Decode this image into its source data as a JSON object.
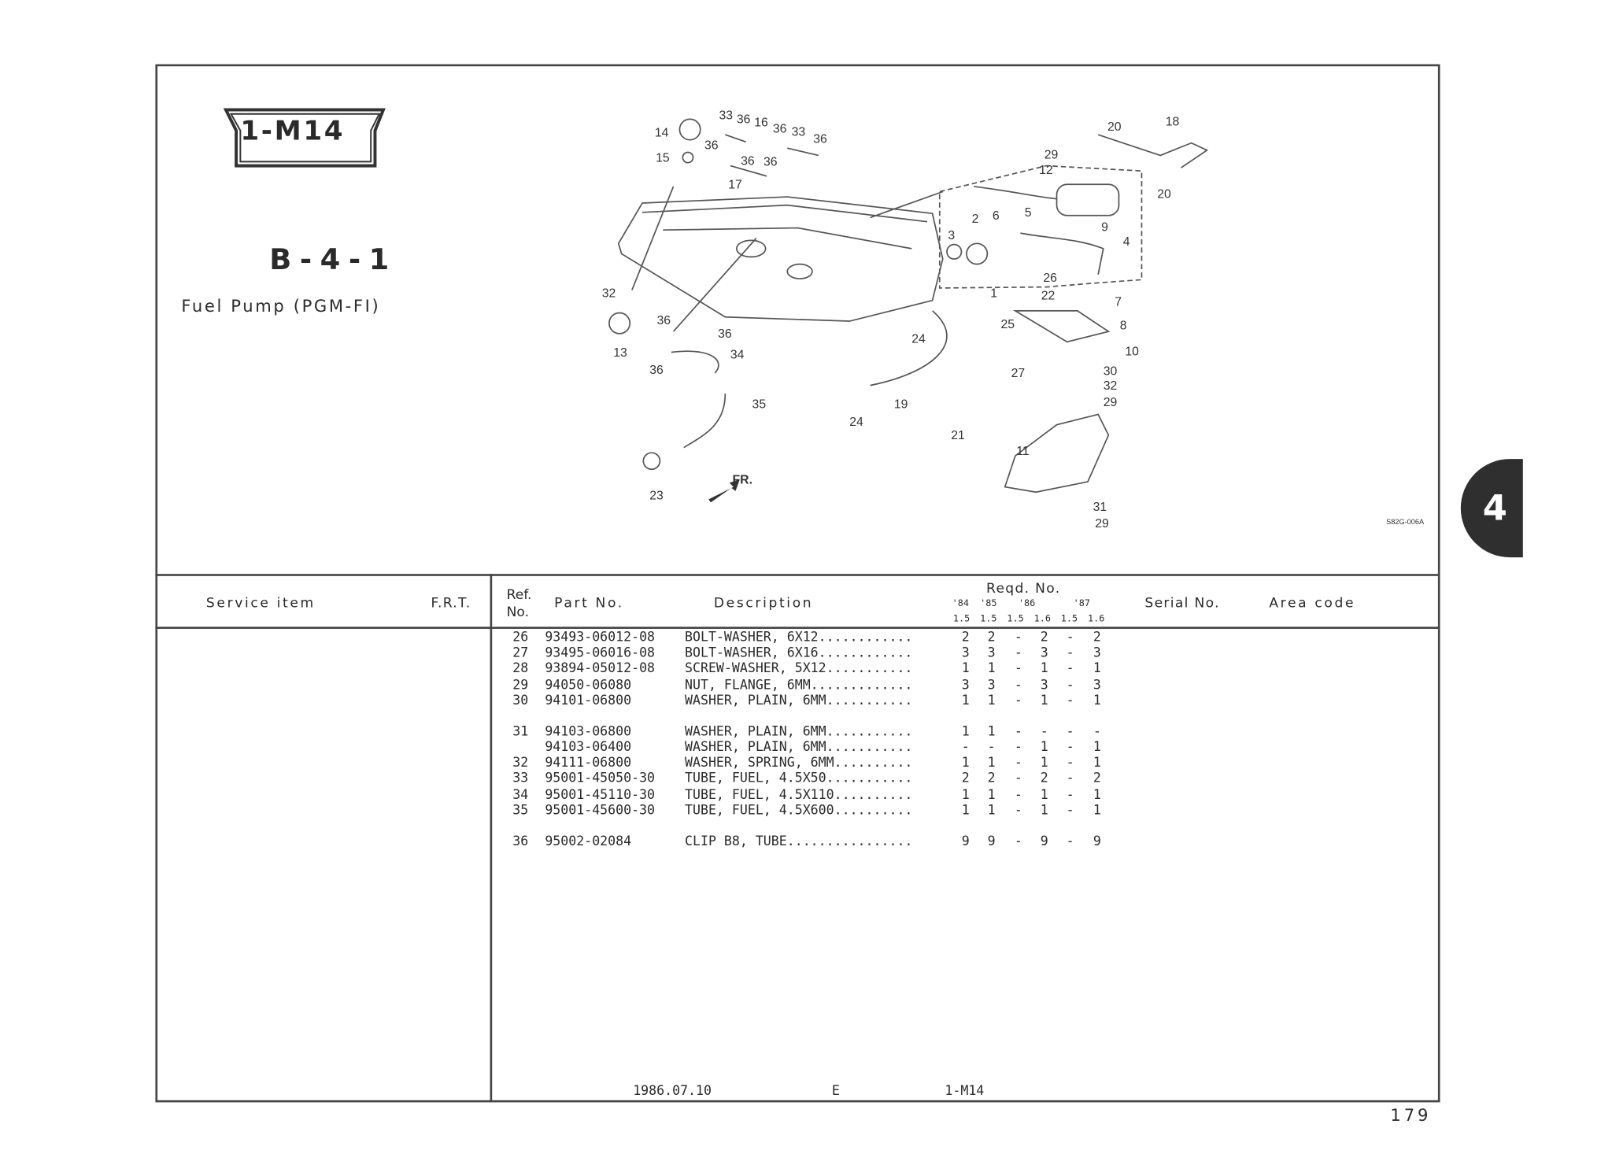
{
  "badge": "1-M14",
  "section_code": "B-4-1",
  "section_title": "Fuel Pump (PGM-FI)",
  "diagram": {
    "callouts": [
      "14",
      "15",
      "33",
      "36",
      "16",
      "36",
      "33",
      "36",
      "36",
      "36",
      "36",
      "17",
      "20",
      "18",
      "29",
      "12",
      "20",
      "2",
      "6",
      "5",
      "3",
      "9",
      "4",
      "26",
      "1",
      "22",
      "7",
      "32",
      "36",
      "36",
      "34",
      "13",
      "36",
      "24",
      "25",
      "8",
      "10",
      "27",
      "30",
      "32",
      "29",
      "35",
      "19",
      "24",
      "21",
      "11",
      "23",
      "31",
      "29"
    ],
    "direction_label": "FR.",
    "drawing_code": "S82G-006A"
  },
  "table": {
    "headers": {
      "service_item": "Service item",
      "frt": "F.R.T.",
      "ref_no": "Ref.\nNo.",
      "ref": "Ref.",
      "no": "No.",
      "part_no": "Part No.",
      "description": "Description",
      "reqd_no": "Reqd. No.",
      "years": [
        "'84",
        "'85",
        "'86",
        "'87"
      ],
      "engines": [
        "1.5",
        "1.5",
        "1.5",
        "1.6",
        "1.5",
        "1.6"
      ],
      "serial_no": "Serial No.",
      "area_code": "Area code"
    },
    "rows": [
      {
        "ref": "26",
        "part": "93493-06012-08",
        "desc": "BOLT-WASHER, 6X12............",
        "qty": [
          "2",
          "2",
          "-",
          "2",
          "-",
          "2"
        ]
      },
      {
        "ref": "27",
        "part": "93495-06016-08",
        "desc": "BOLT-WASHER, 6X16............",
        "qty": [
          "3",
          "3",
          "-",
          "3",
          "-",
          "3"
        ]
      },
      {
        "ref": "28",
        "part": "93894-05012-08",
        "desc": "SCREW-WASHER, 5X12...........",
        "qty": [
          "1",
          "1",
          "-",
          "1",
          "-",
          "1"
        ]
      },
      {
        "ref": "29",
        "part": "94050-06080",
        "desc": "NUT, FLANGE, 6MM.............",
        "qty": [
          "3",
          "3",
          "-",
          "3",
          "-",
          "3"
        ]
      },
      {
        "ref": "30",
        "part": "94101-06800",
        "desc": "WASHER, PLAIN, 6MM...........",
        "qty": [
          "1",
          "1",
          "-",
          "1",
          "-",
          "1"
        ]
      },
      {
        "ref": "31",
        "part": "94103-06800",
        "desc": "WASHER, PLAIN, 6MM...........",
        "qty": [
          "1",
          "1",
          "-",
          "-",
          "-",
          "-"
        ]
      },
      {
        "ref": "",
        "part": "94103-06400",
        "desc": "WASHER, PLAIN, 6MM...........",
        "qty": [
          "-",
          "-",
          "-",
          "1",
          "-",
          "1"
        ]
      },
      {
        "ref": "32",
        "part": "94111-06800",
        "desc": "WASHER, SPRING, 6MM..........",
        "qty": [
          "1",
          "1",
          "-",
          "1",
          "-",
          "1"
        ]
      },
      {
        "ref": "33",
        "part": "95001-45050-30",
        "desc": "TUBE, FUEL, 4.5X50...........",
        "qty": [
          "2",
          "2",
          "-",
          "2",
          "-",
          "2"
        ]
      },
      {
        "ref": "34",
        "part": "95001-45110-30",
        "desc": "TUBE, FUEL, 4.5X110..........",
        "qty": [
          "1",
          "1",
          "-",
          "1",
          "-",
          "1"
        ]
      },
      {
        "ref": "35",
        "part": "95001-45600-30",
        "desc": "TUBE, FUEL, 4.5X600..........",
        "qty": [
          "1",
          "1",
          "-",
          "1",
          "-",
          "1"
        ]
      },
      {
        "ref": "36",
        "part": "95002-02084",
        "desc": "CLIP B8, TUBE................",
        "qty": [
          "9",
          "9",
          "-",
          "9",
          "-",
          "9"
        ]
      }
    ]
  },
  "footer": {
    "date": "1986.07.10",
    "area": "E",
    "ref": "1-M14"
  },
  "page_number": "179",
  "chapter_tab": "4"
}
